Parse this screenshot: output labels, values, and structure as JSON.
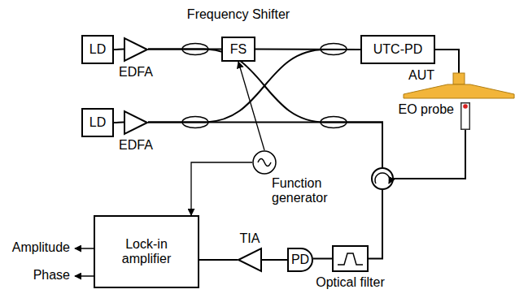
{
  "diagram": {
    "nodes": [
      {
        "text": [
          "LD"
        ]
      },
      {
        "text": [
          "EDFA"
        ]
      },
      {
        "text": [
          "Frequency Shifter",
          "FS"
        ]
      },
      {
        "text": [
          "UTC-PD"
        ]
      },
      {
        "text": [
          "AUT"
        ]
      },
      {
        "text": [
          "LD"
        ]
      },
      {
        "text": [
          "EDFA"
        ]
      },
      {
        "text": [
          "EO probe"
        ]
      },
      {
        "text": [
          "Function generator"
        ]
      },
      {
        "text": [
          "Lock-in amplifier"
        ]
      },
      {
        "text": [
          "TIA"
        ]
      },
      {
        "text": [
          "PD"
        ]
      },
      {
        "text": [
          "Optical filter"
        ]
      }
    ],
    "edges": [
      {
        "from": 0,
        "to": 1,
        "arrow": "none"
      },
      {
        "from": 1,
        "to": 2,
        "arrow": "none"
      },
      {
        "from": 2,
        "to": 3,
        "arrow": "none"
      },
      {
        "from": 6,
        "to": 3,
        "arrow": "none"
      },
      {
        "from": 1,
        "to": 7,
        "arrow": "none"
      },
      {
        "from": 6,
        "to": 7,
        "arrow": "none"
      },
      {
        "from": 3,
        "to": 4,
        "arrow": "none"
      },
      {
        "from": 5,
        "to": 6,
        "arrow": "none"
      },
      {
        "from": 7,
        "to": 12,
        "arrow": "none"
      },
      {
        "from": 12,
        "to": 11,
        "arrow": "none"
      },
      {
        "from": 11,
        "to": 10,
        "arrow": "none"
      },
      {
        "from": 10,
        "to": 9,
        "arrow": "none"
      },
      {
        "from": 8,
        "to": 2,
        "arrow": "to"
      },
      {
        "from": 8,
        "to": 9,
        "arrow": "to"
      }
    ],
    "labels": [
      "Amplitude",
      "Phase"
    ]
  }
}
